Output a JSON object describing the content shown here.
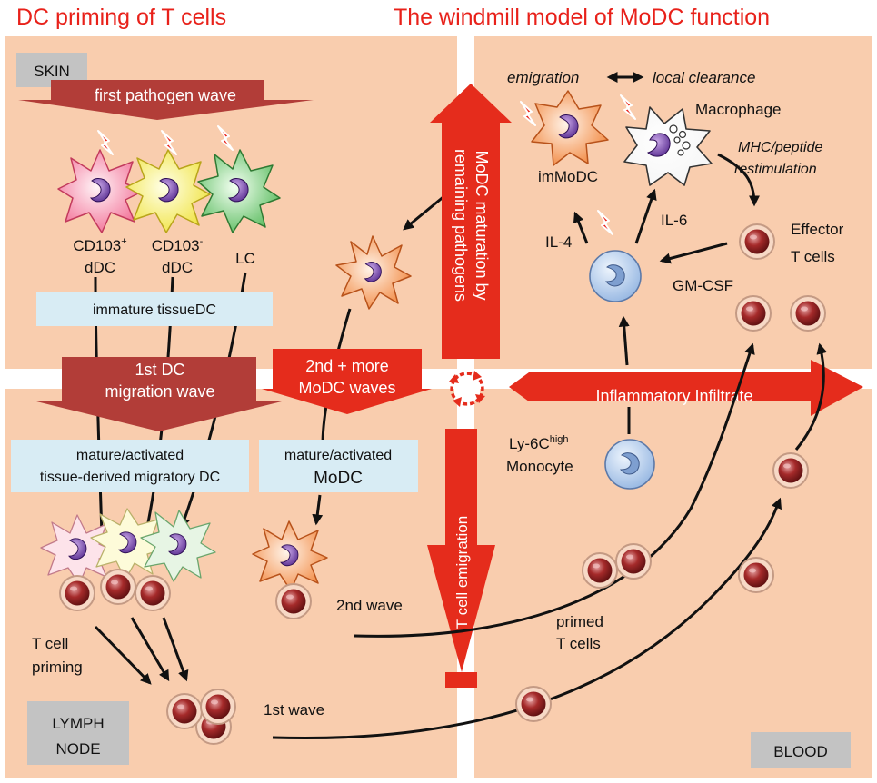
{
  "titles": {
    "left": "DC priming of T cells",
    "right": "The windmill model of MoDC function"
  },
  "colors": {
    "title_red": "#e8211a",
    "panel_bg": "#f9cdae",
    "red_arrow": "#e52c1c",
    "dark_red_arrow": "#b23d38",
    "light_blue_box": "#d8ecf4",
    "gray_box": "#c3c3c3",
    "t_cell": "#8a1f1f",
    "modc_orange": "#f07a2a",
    "monocyte_blue": "#a9c6e8"
  },
  "icons": [
    "lightning-icon",
    "dendritic-cell-icon",
    "t-cell-icon",
    "monocyte-icon",
    "macrophage-icon",
    "refresh-icon"
  ],
  "skin": {
    "label": "SKIN",
    "first_pathogen_wave": "first pathogen wave",
    "dc_cd103pos": {
      "line1": "CD103",
      "sup": "+",
      "line2": "dDC"
    },
    "dc_cd103neg": {
      "line1": "CD103",
      "sup": "-",
      "line2": "dDC"
    },
    "lc": "LC",
    "immature_box": "immature tissueDC",
    "dc_migration_line1": "1st DC",
    "dc_migration_line2": "migration wave",
    "modc_waves_line1": "2nd + more",
    "modc_waves_line2": "MoDC waves",
    "modc_maturation_line1": "MoDC maturation  by",
    "modc_maturation_line2": "remaining pathogens"
  },
  "inflamed_tissue": {
    "emigration": "emigration",
    "local_clearance": "local clearance",
    "macrophage": "Macrophage",
    "immodc": "imMoDC",
    "mhc_line1": "MHC/peptide",
    "mhc_line2": "restimulation",
    "effector_line1": "Effector",
    "effector_line2": "T cells",
    "il4": "IL-4",
    "il6": "IL-6",
    "gmcsf": "GM-CSF",
    "infiltrate": "Inflammatory Infiltrate"
  },
  "lymph_node": {
    "label_line1": "LYMPH",
    "label_line2": "NODE",
    "mature_migratory_line1": "mature/activated",
    "mature_migratory_line2": "tissue-derived migratory DC",
    "mature_modc_line1": "mature/activated",
    "mature_modc_line2": "MoDC",
    "t_priming_line1": "T cell",
    "t_priming_line2": "priming",
    "first_wave": "1st wave",
    "second_wave": "2nd wave"
  },
  "blood": {
    "label": "BLOOD",
    "monocyte_line1": "Ly-6C",
    "monocyte_sup": "high",
    "monocyte_line2": "Monocyte",
    "primed_line1": "primed",
    "primed_line2": "T cells",
    "t_cell_emigration": "T cell emigration"
  }
}
